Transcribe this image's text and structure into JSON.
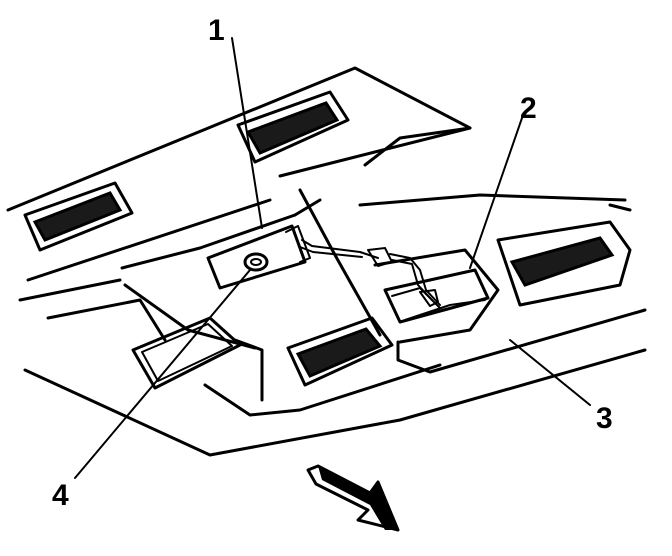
{
  "callouts": [
    {
      "id": "1",
      "label": "1"
    },
    {
      "id": "2",
      "label": "2"
    },
    {
      "id": "3",
      "label": "3"
    },
    {
      "id": "4",
      "label": "4"
    }
  ],
  "colors": {
    "line": "#000000",
    "background": "#ffffff"
  },
  "icons": [
    "direction-arrow-icon"
  ]
}
